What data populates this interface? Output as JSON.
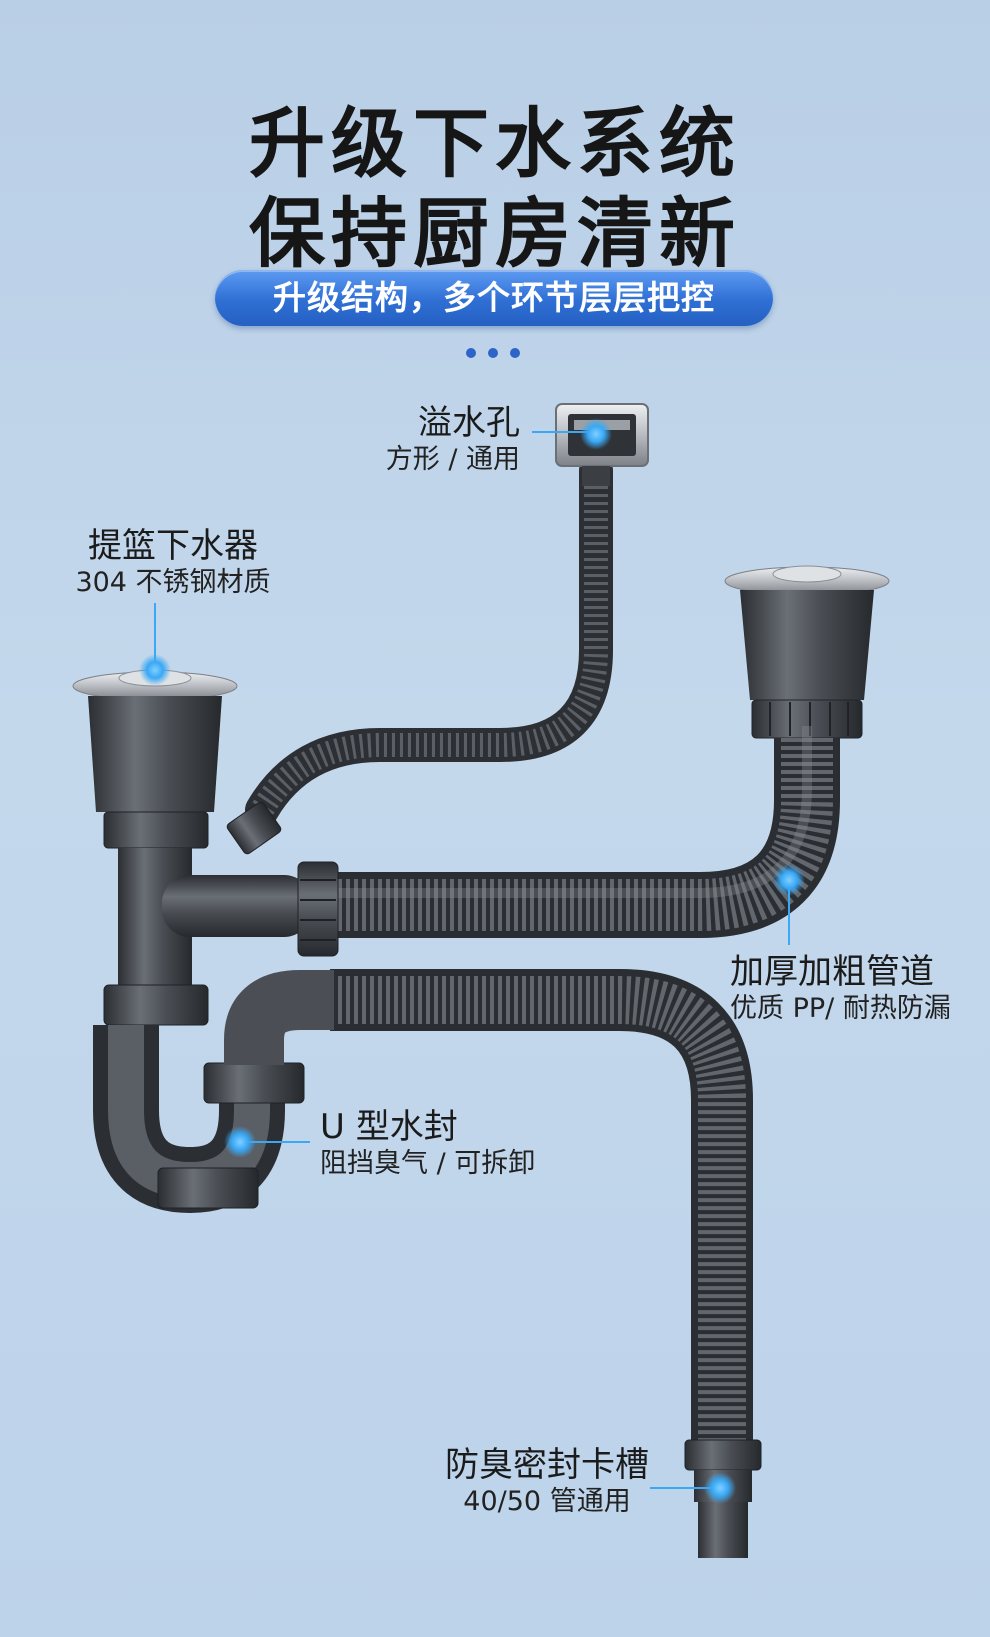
{
  "title": {
    "line1": "升级下水系统",
    "line2": "保持厨房清新"
  },
  "banner": "升级结构，多个环节层层把控",
  "colors": {
    "accent": "#2f6fd4",
    "pipe": "#4b4f55",
    "pipe_dark": "#2e3135",
    "steel": "#c9ccd0",
    "marker": "#3aa8f5"
  },
  "labels": {
    "overflow": {
      "main": "溢水孔",
      "sub": "方形 / 通用"
    },
    "basket": {
      "main": "提篮下水器",
      "sub": "304 不锈钢材质"
    },
    "pipe": {
      "main": "加厚加粗管道",
      "sub": "优质 PP/ 耐热防漏"
    },
    "trap": {
      "main": "U 型水封",
      "sub": "阻挡臭气 / 可拆卸"
    },
    "seal": {
      "main": "防臭密封卡槽",
      "sub": "40/50 管通用"
    }
  }
}
